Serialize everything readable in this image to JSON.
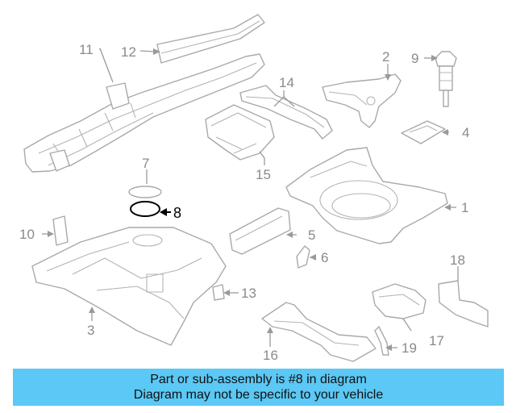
{
  "diagram": {
    "highlight_color": "#000000",
    "callouts": {
      "c1": "1",
      "c2": "2",
      "c3": "3",
      "c4": "4",
      "c5": "5",
      "c6": "6",
      "c7": "7",
      "c8": "8",
      "c9": "9",
      "c10": "10",
      "c11": "11",
      "c12": "12",
      "c13": "13",
      "c14": "14",
      "c15": "15",
      "c16": "16",
      "c17": "17",
      "c18": "18",
      "c19": "19"
    }
  },
  "banner": {
    "line1": "Part or sub-assembly is #8 in diagram",
    "line2": "Diagram may not be specific to your vehicle",
    "background": "#5bc8f5"
  }
}
